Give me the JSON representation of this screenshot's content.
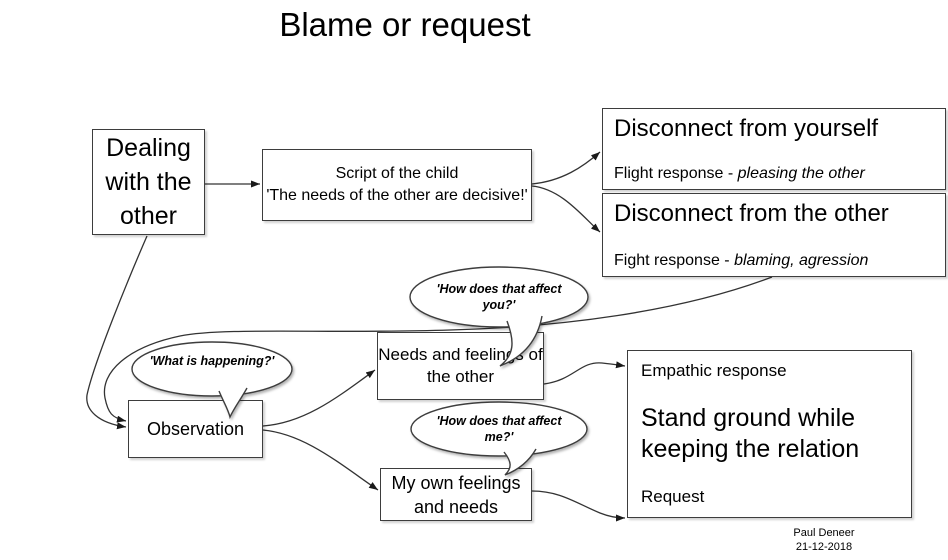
{
  "title": "Blame or request",
  "nodes": {
    "dealing": {
      "label": "Dealing with the other"
    },
    "script": {
      "line1": "Script of the child",
      "line2": "'The needs of the other are decisive!'"
    },
    "disconnect_self": {
      "title": "Disconnect from yourself",
      "subtitle_prefix": "Flight response - ",
      "subtitle_italic": "pleasing the other"
    },
    "disconnect_other": {
      "title": "Disconnect from the other",
      "subtitle_prefix": "Fight response - ",
      "subtitle_italic": "blaming, agression"
    },
    "observation": {
      "label": "Observation"
    },
    "needs_other": {
      "label": "Needs and feelings of the other"
    },
    "own_feelings": {
      "label": "My own feelings and needs"
    },
    "outcome": {
      "top": "Empathic response",
      "main": "Stand ground while keeping the relation",
      "bottom": "Request"
    }
  },
  "bubbles": {
    "affect_you": "'How does that affect you?'",
    "what_happening": "'What is happening?'",
    "affect_me": "'How does that affect me?'"
  },
  "credit": {
    "name": "Paul Deneer",
    "date": "21-12-2018"
  },
  "colors": {
    "background": "#ffffff",
    "border": "#3d3d3d",
    "line": "#333333",
    "text": "#000000"
  }
}
